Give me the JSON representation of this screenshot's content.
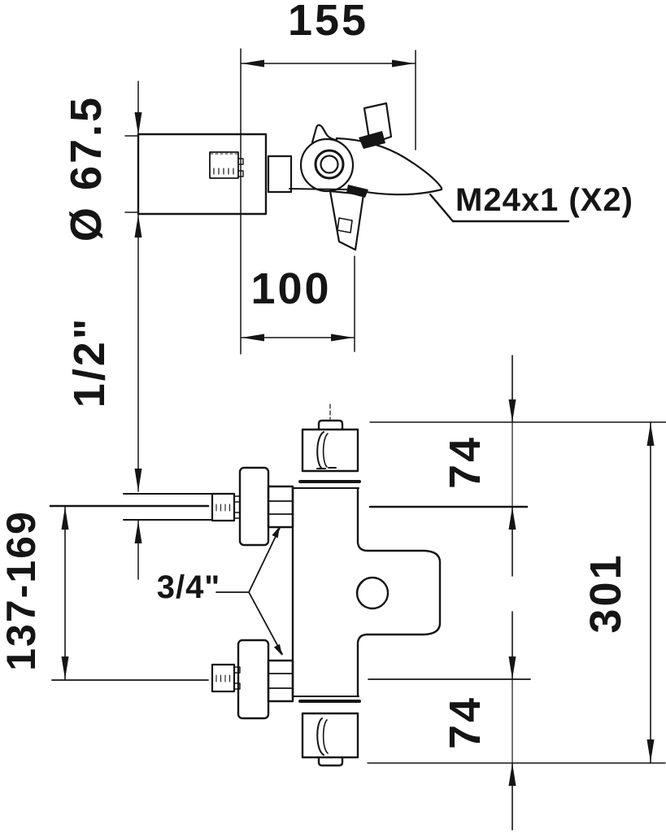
{
  "drawing": {
    "type": "technical dimensional drawing, wall-mounted thermostatic mixer",
    "labels": {
      "width_155": "155",
      "diameter_675": "Ø 67.5",
      "projection_100": "100",
      "inlet_half_inch": "1/2\"",
      "thread_m24": "M24x1 (X2)",
      "spacing_137_169": "137-169",
      "union_three_quarter": "3/4\"",
      "height_74_top": "74",
      "height_301": "301",
      "height_74_bottom": "74"
    },
    "line_color": "#151515",
    "background": "#ffffff"
  }
}
